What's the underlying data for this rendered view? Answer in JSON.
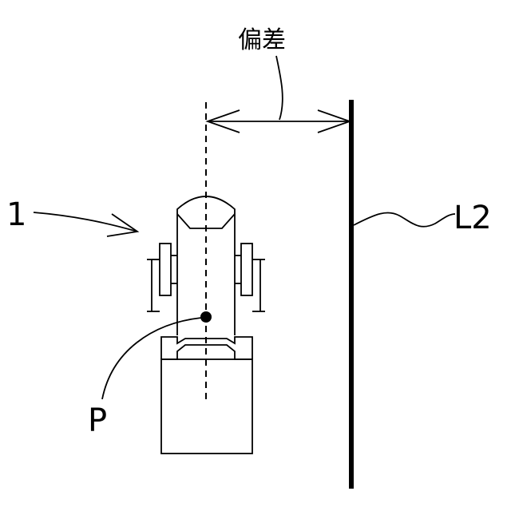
{
  "labels": {
    "deviation": "偏差",
    "machine_ref": "1",
    "line_ref": "L2",
    "point_ref": "P"
  },
  "colors": {
    "line": "#000000",
    "background": "#ffffff"
  }
}
